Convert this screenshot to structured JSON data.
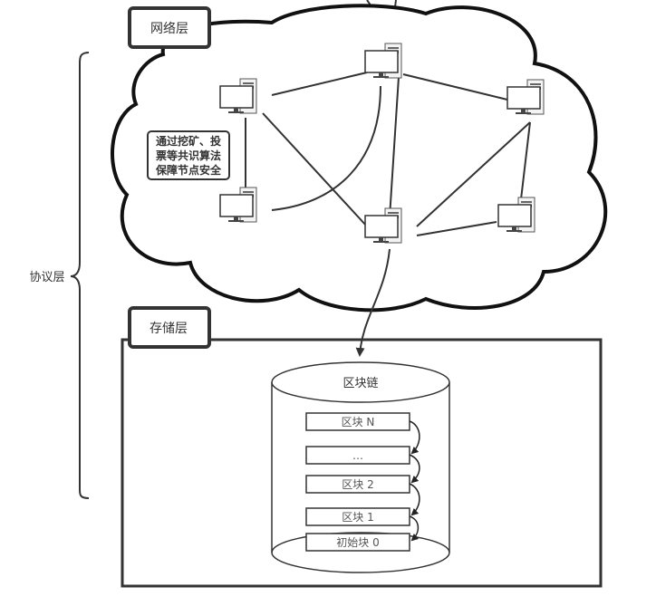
{
  "diagram": {
    "network_layer": {
      "label": "网络层"
    },
    "consensus_note": {
      "lines": [
        "通过挖矿、投",
        "票等共识算法",
        "保障节点安全"
      ]
    },
    "protocol_layer": {
      "label": "协议层"
    },
    "storage_layer": {
      "label": "存储层"
    },
    "blockchain": {
      "title": "区块链",
      "blocks": [
        {
          "label": "区块 N"
        },
        {
          "label": "…"
        },
        {
          "label": "区块 2"
        },
        {
          "label": "区块 1"
        },
        {
          "label": "初始块 0"
        }
      ]
    },
    "nodes": [
      {
        "id": "node-top",
        "icon": "computer-icon"
      },
      {
        "id": "node-left-top",
        "icon": "computer-icon"
      },
      {
        "id": "node-right-top",
        "icon": "computer-icon"
      },
      {
        "id": "node-left-bottom",
        "icon": "computer-icon"
      },
      {
        "id": "node-center",
        "icon": "computer-icon"
      },
      {
        "id": "node-right-bottom",
        "icon": "computer-icon"
      }
    ],
    "colors": {
      "stroke": "#333333",
      "background": "#ffffff"
    }
  }
}
